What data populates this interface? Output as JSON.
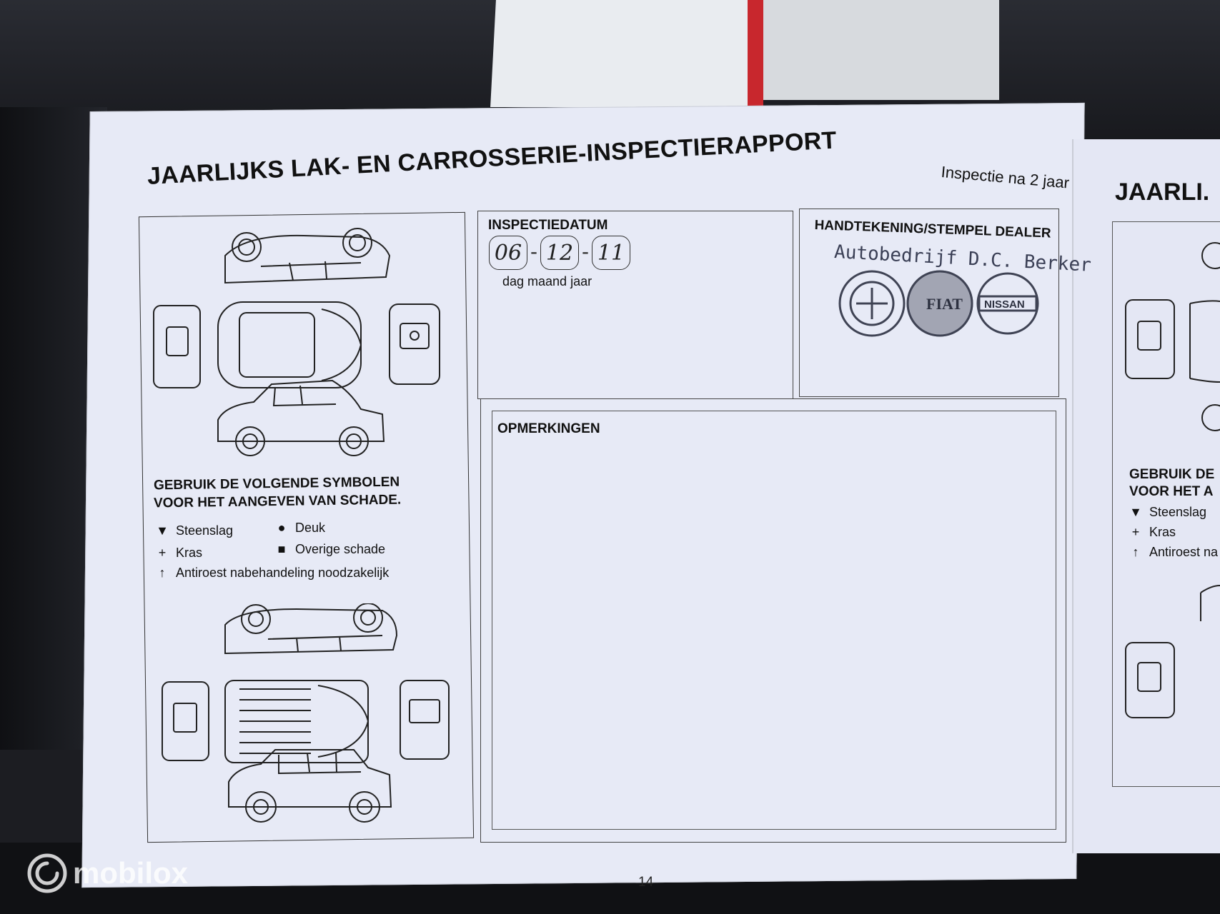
{
  "page": {
    "title": "JAARLIJKS LAK- EN CARROSSERIE-INSPECTIERAPPORT",
    "subtitle": "Inspectie na 2 jaar",
    "next_page_title": "JAARLI.",
    "page_number": "14"
  },
  "inspection": {
    "date_label": "INSPECTIEDATUM",
    "date_value": [
      "06",
      "12",
      "11"
    ],
    "date_caption": "dag maand jaar"
  },
  "dealer": {
    "label": "HANDTEKENING/STEMPEL DEALER",
    "stamp_text": "Autobedrijf D.C. Berker",
    "logo_text": "NISSAN"
  },
  "remarks": {
    "label": "OPMERKINGEN"
  },
  "legend": {
    "heading_line1": "GEBRUIK DE VOLGENDE SYMBOLEN",
    "heading_line2": "VOOR HET AANGEVEN VAN SCHADE.",
    "items": [
      {
        "symbol": "▼",
        "label": "Steenslag"
      },
      {
        "symbol": "●",
        "label": "Deuk"
      },
      {
        "symbol": "+",
        "label": "Kras"
      },
      {
        "symbol": "■",
        "label": "Overige schade"
      },
      {
        "symbol": "↑",
        "label": "Antiroest nabehandeling noodzakelijk"
      }
    ]
  },
  "next_page_legend": {
    "heading_line1": "GEBRUIK DE",
    "heading_line2": "VOOR HET A",
    "items": [
      {
        "symbol": "▼",
        "label": "Steenslag"
      },
      {
        "symbol": "+",
        "label": "Kras"
      },
      {
        "symbol": "↑",
        "label": "Antiroest na"
      }
    ]
  },
  "watermark": {
    "text": "mobilox"
  }
}
